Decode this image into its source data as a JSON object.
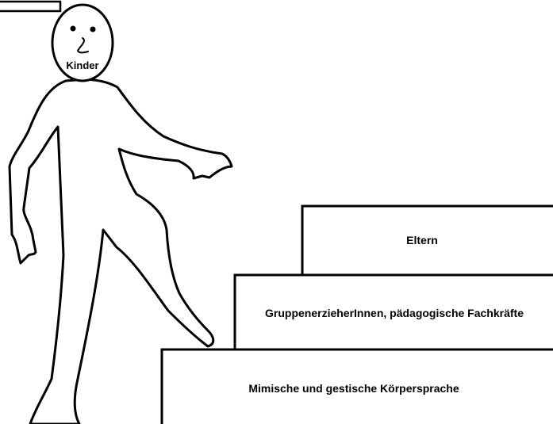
{
  "figure": {
    "head_label": "Kinder",
    "steps": [
      {
        "label": "Eltern"
      },
      {
        "label": "GruppenerzieherInnen, pädagogische Fachkräfte"
      },
      {
        "label": "Mimische und gestische Körpersprache"
      }
    ]
  },
  "colors": {
    "stroke": "#000000",
    "background": "#ffffff"
  }
}
